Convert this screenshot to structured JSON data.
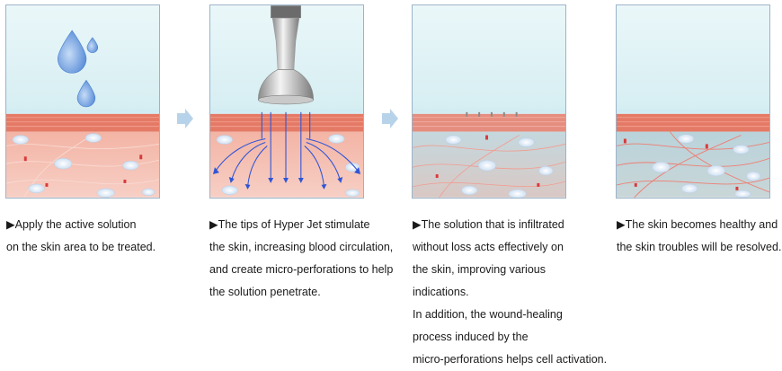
{
  "steps": [
    {
      "lines": [
        "▶Apply the active solution",
        "on the skin area to be treated."
      ]
    },
    {
      "lines": [
        "▶The tips of Hyper Jet stimulate",
        "the skin, increasing blood circulation,",
        "and create micro-perforations to help",
        "the solution penetrate."
      ]
    },
    {
      "lines": [
        "▶The solution that is infiltrated",
        "without loss acts effectively on",
        "the skin, improving various",
        "indications.",
        "In addition, the wound-healing",
        "process induced by the",
        "micro-perforations helps cell activation."
      ]
    },
    {
      "lines": [
        "▶The skin becomes healthy and",
        "the skin troubles will be resolved."
      ]
    }
  ],
  "colors": {
    "sky": "#dff3f6",
    "epidermis": "#e9826f",
    "dermis": "#f6c4b8",
    "dermis_treated": "#b9d3da",
    "droplet": "#6f9fe0",
    "flow_arrow": "#2f55d6",
    "step_arrow": "#b7d3ea",
    "frame": "#9bb3c9"
  }
}
